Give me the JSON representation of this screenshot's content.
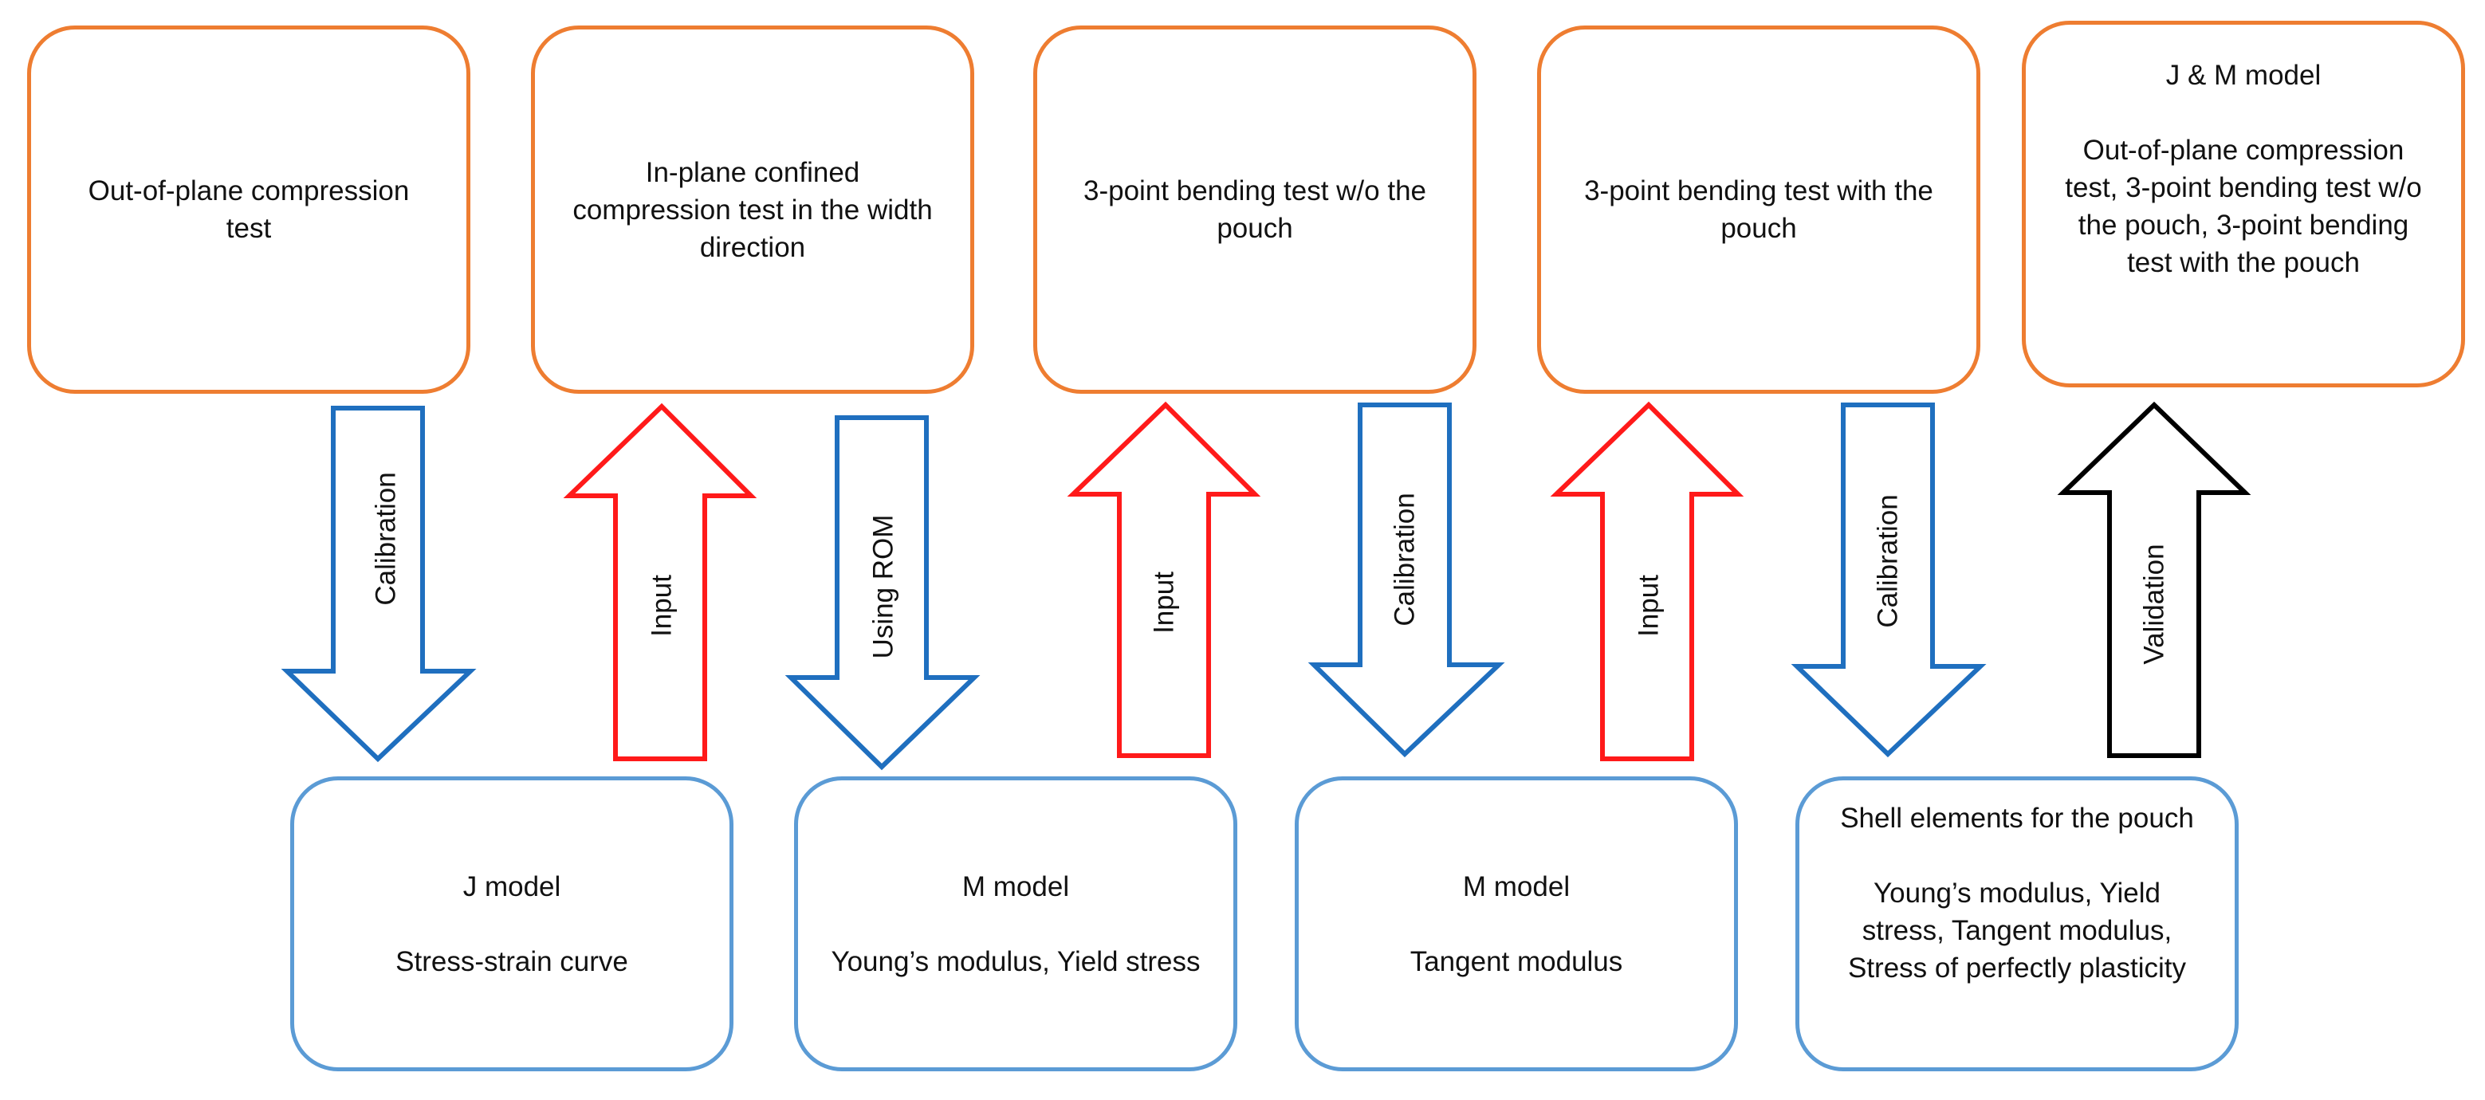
{
  "colors": {
    "top_box_border": "#ee7d31",
    "bottom_box_border": "#5b9bd5",
    "calibration_arrow": "#1f6fbf",
    "input_arrow": "#ff1a1a",
    "validation_arrow": "#000000"
  },
  "top_boxes": [
    {
      "title": "",
      "body": "Out-of-plane compression test"
    },
    {
      "title": "",
      "body": "In-plane confined compression test in the width direction"
    },
    {
      "title": "",
      "body": "3-point bending test w/o the pouch"
    },
    {
      "title": "",
      "body": "3-point bending test with the pouch"
    },
    {
      "title": "J & M model",
      "body": "Out-of-plane compression test, 3-point bending test w/o the pouch, 3-point bending test with the pouch"
    }
  ],
  "bottom_boxes": [
    {
      "title": "J model",
      "body": "Stress-strain curve"
    },
    {
      "title": "M model",
      "body": "Young’s modulus, Yield stress"
    },
    {
      "title": "M model",
      "body": "Tangent modulus"
    },
    {
      "title": "Shell elements for the pouch",
      "body": "Young’s modulus, Yield stress, Tangent modulus, Stress of perfectly plasticity"
    }
  ],
  "arrows": [
    {
      "label": "Calibration",
      "direction": "down",
      "kind": "calibration"
    },
    {
      "label": "Input",
      "direction": "up",
      "kind": "input"
    },
    {
      "label": "Using ROM",
      "direction": "down",
      "kind": "calibration"
    },
    {
      "label": "Input",
      "direction": "up",
      "kind": "input"
    },
    {
      "label": "Calibration",
      "direction": "down",
      "kind": "calibration"
    },
    {
      "label": "Input",
      "direction": "up",
      "kind": "input"
    },
    {
      "label": "Calibration",
      "direction": "down",
      "kind": "calibration"
    },
    {
      "label": "Validation",
      "direction": "up",
      "kind": "validation"
    }
  ]
}
